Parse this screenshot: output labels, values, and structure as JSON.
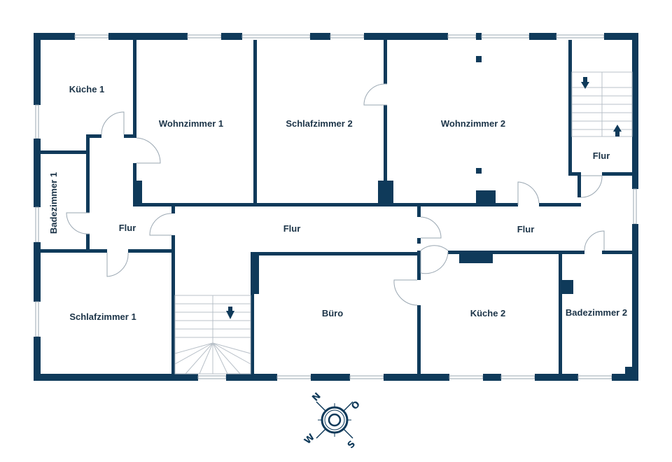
{
  "colors": {
    "wall": "#0f3a5a",
    "text": "#1c3448"
  },
  "rooms": {
    "kueche1": "Küche 1",
    "wohnzimmer1": "Wohnzimmer 1",
    "schlafzimmer2": "Schlafzimmer 2",
    "wohnzimmer2": "Wohnzimmer 2",
    "flur_stair": "Flur",
    "badezimmer1": "Badezimmer 1",
    "flur_left": "Flur",
    "flur_center": "Flur",
    "flur_right": "Flur",
    "schlafzimmer1": "Schlafzimmer 1",
    "buero": "Büro",
    "kueche2": "Küche 2",
    "badezimmer2": "Badezimmer 2"
  },
  "compass": {
    "n": "N",
    "o": "O",
    "s": "S",
    "w": "W"
  }
}
